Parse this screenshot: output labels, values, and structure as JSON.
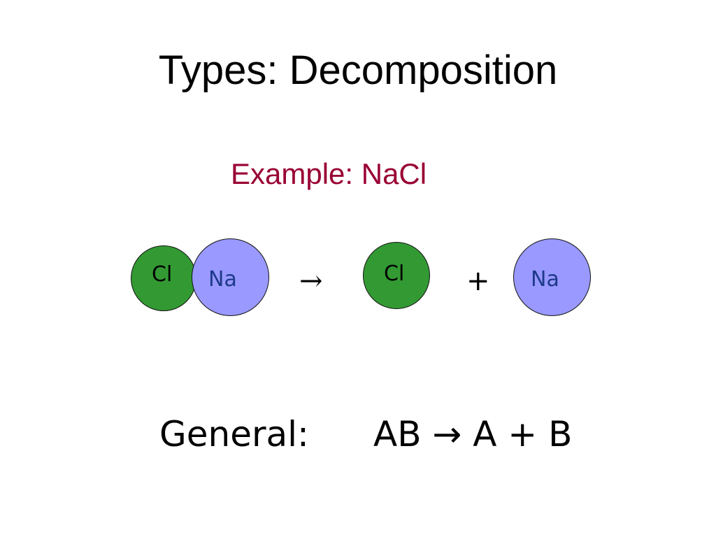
{
  "slide": {
    "title": "Types: Decomposition",
    "subtitle": "Example: NaCl",
    "colors": {
      "subtitle": "#990033",
      "chlorine_fill": "#339933",
      "sodium_fill": "#9999ff",
      "sodium_text": "#1f3a8a",
      "chlorine_text": "#000000"
    }
  },
  "diagram": {
    "reactant_cl_label": "Cl",
    "reactant_na_label": "Na",
    "arrow": "→",
    "product_cl_label": "Cl",
    "plus": "+",
    "product_na_label": "Na"
  },
  "general": {
    "label": "General:",
    "equation": "AB → A + B"
  }
}
